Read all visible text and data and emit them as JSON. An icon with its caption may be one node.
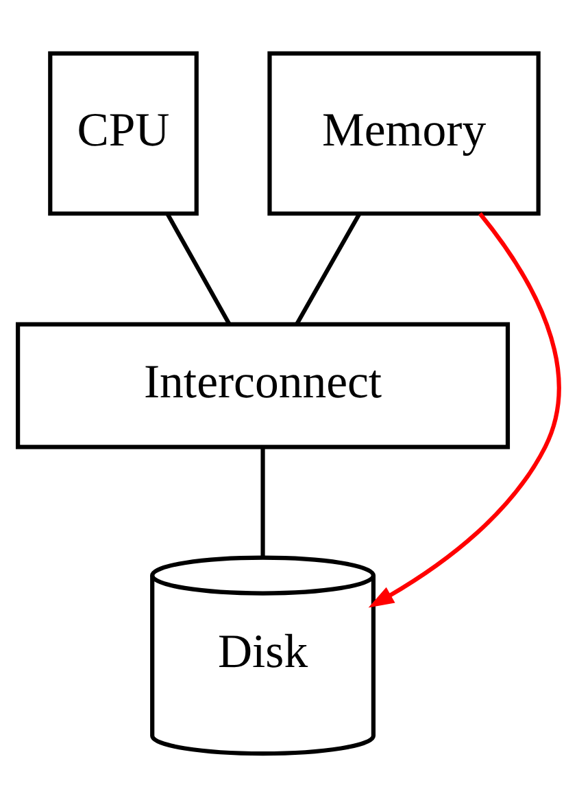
{
  "diagram": {
    "nodes": [
      {
        "text": [
          "CPU"
        ]
      },
      {
        "text": [
          "Memory"
        ]
      },
      {
        "text": [
          "Interconnect"
        ]
      },
      {
        "text": [
          "Disk"
        ]
      }
    ],
    "edges": [
      {
        "from": 0,
        "to": 2,
        "arrow": "none"
      },
      {
        "from": 1,
        "to": 2,
        "arrow": "none"
      },
      {
        "from": 2,
        "to": 3,
        "arrow": "none"
      },
      {
        "from": 1,
        "to": 3,
        "arrow": "to",
        "color": "#ff0000"
      }
    ]
  }
}
